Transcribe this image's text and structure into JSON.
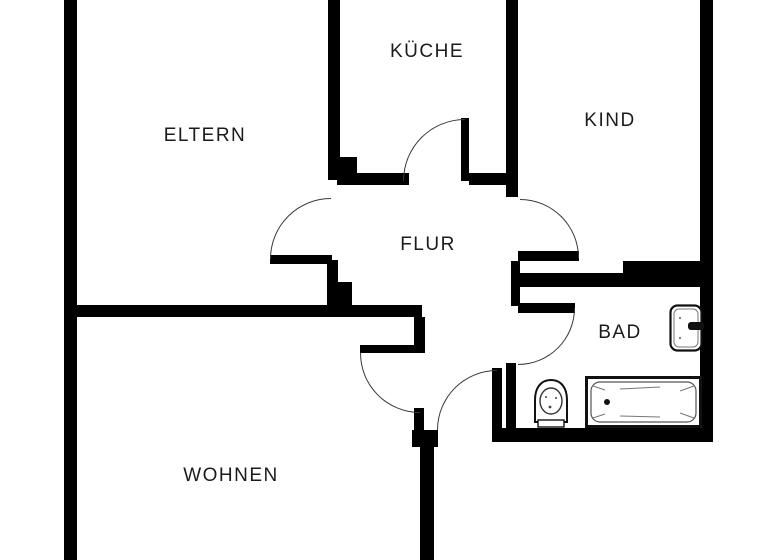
{
  "floorplan": {
    "type": "apartment-floor-plan",
    "rooms": [
      {
        "id": "eltern",
        "label": "ELTERN"
      },
      {
        "id": "kueche",
        "label": "KÜCHE"
      },
      {
        "id": "kind",
        "label": "KIND"
      },
      {
        "id": "flur",
        "label": "FLUR"
      },
      {
        "id": "bad",
        "label": "BAD"
      },
      {
        "id": "wohnen",
        "label": "WOHNEN"
      }
    ],
    "doors": [
      {
        "id": "door-eltern",
        "connects": "FLUR-ELTERN"
      },
      {
        "id": "door-kueche",
        "connects": "FLUR-KÜCHE"
      },
      {
        "id": "door-kind",
        "connects": "FLUR-KIND"
      },
      {
        "id": "door-bad",
        "connects": "FLUR-BAD"
      },
      {
        "id": "door-wohnen",
        "connects": "FLUR-WOHNEN"
      },
      {
        "id": "door-entrance",
        "connects": "FLUR-ENTRANCE"
      }
    ],
    "fixtures": [
      {
        "id": "sink",
        "icon": "sink-icon",
        "room": "BAD"
      },
      {
        "id": "toilet",
        "icon": "toilet-icon",
        "room": "BAD"
      },
      {
        "id": "bathtub",
        "icon": "bathtub-icon",
        "room": "BAD"
      }
    ],
    "colors": {
      "wall": "#000000",
      "background": "#ffffff",
      "label_text": "#1b1b1b",
      "door_arc": "#3a3a3a"
    }
  }
}
